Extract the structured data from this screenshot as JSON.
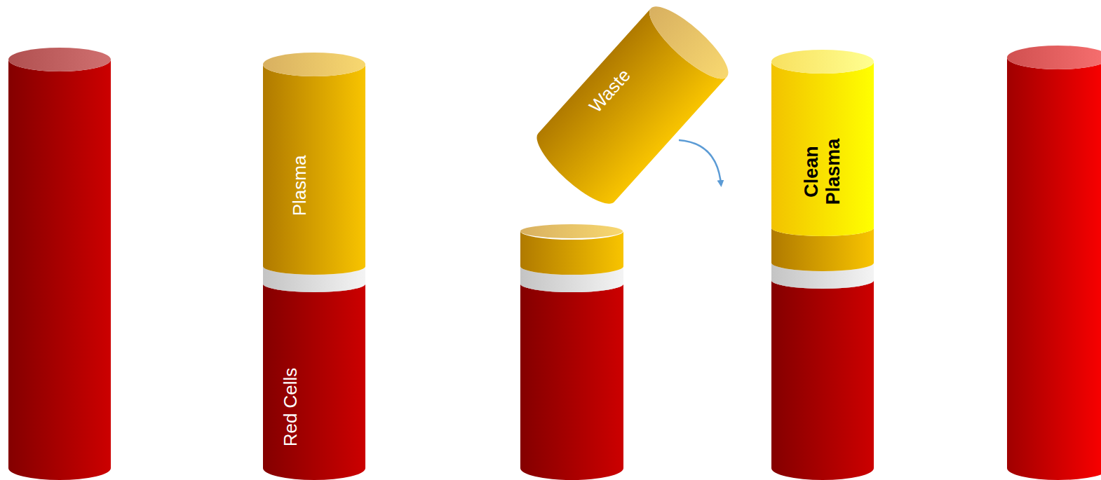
{
  "diagram": {
    "nodes": [
      {
        "text": [
          "Plasma"
        ]
      },
      {
        "text": [
          "Red Cells"
        ]
      },
      {
        "text": [
          "Waste"
        ]
      },
      {
        "text": [
          "Clean Plasma"
        ]
      }
    ]
  }
}
